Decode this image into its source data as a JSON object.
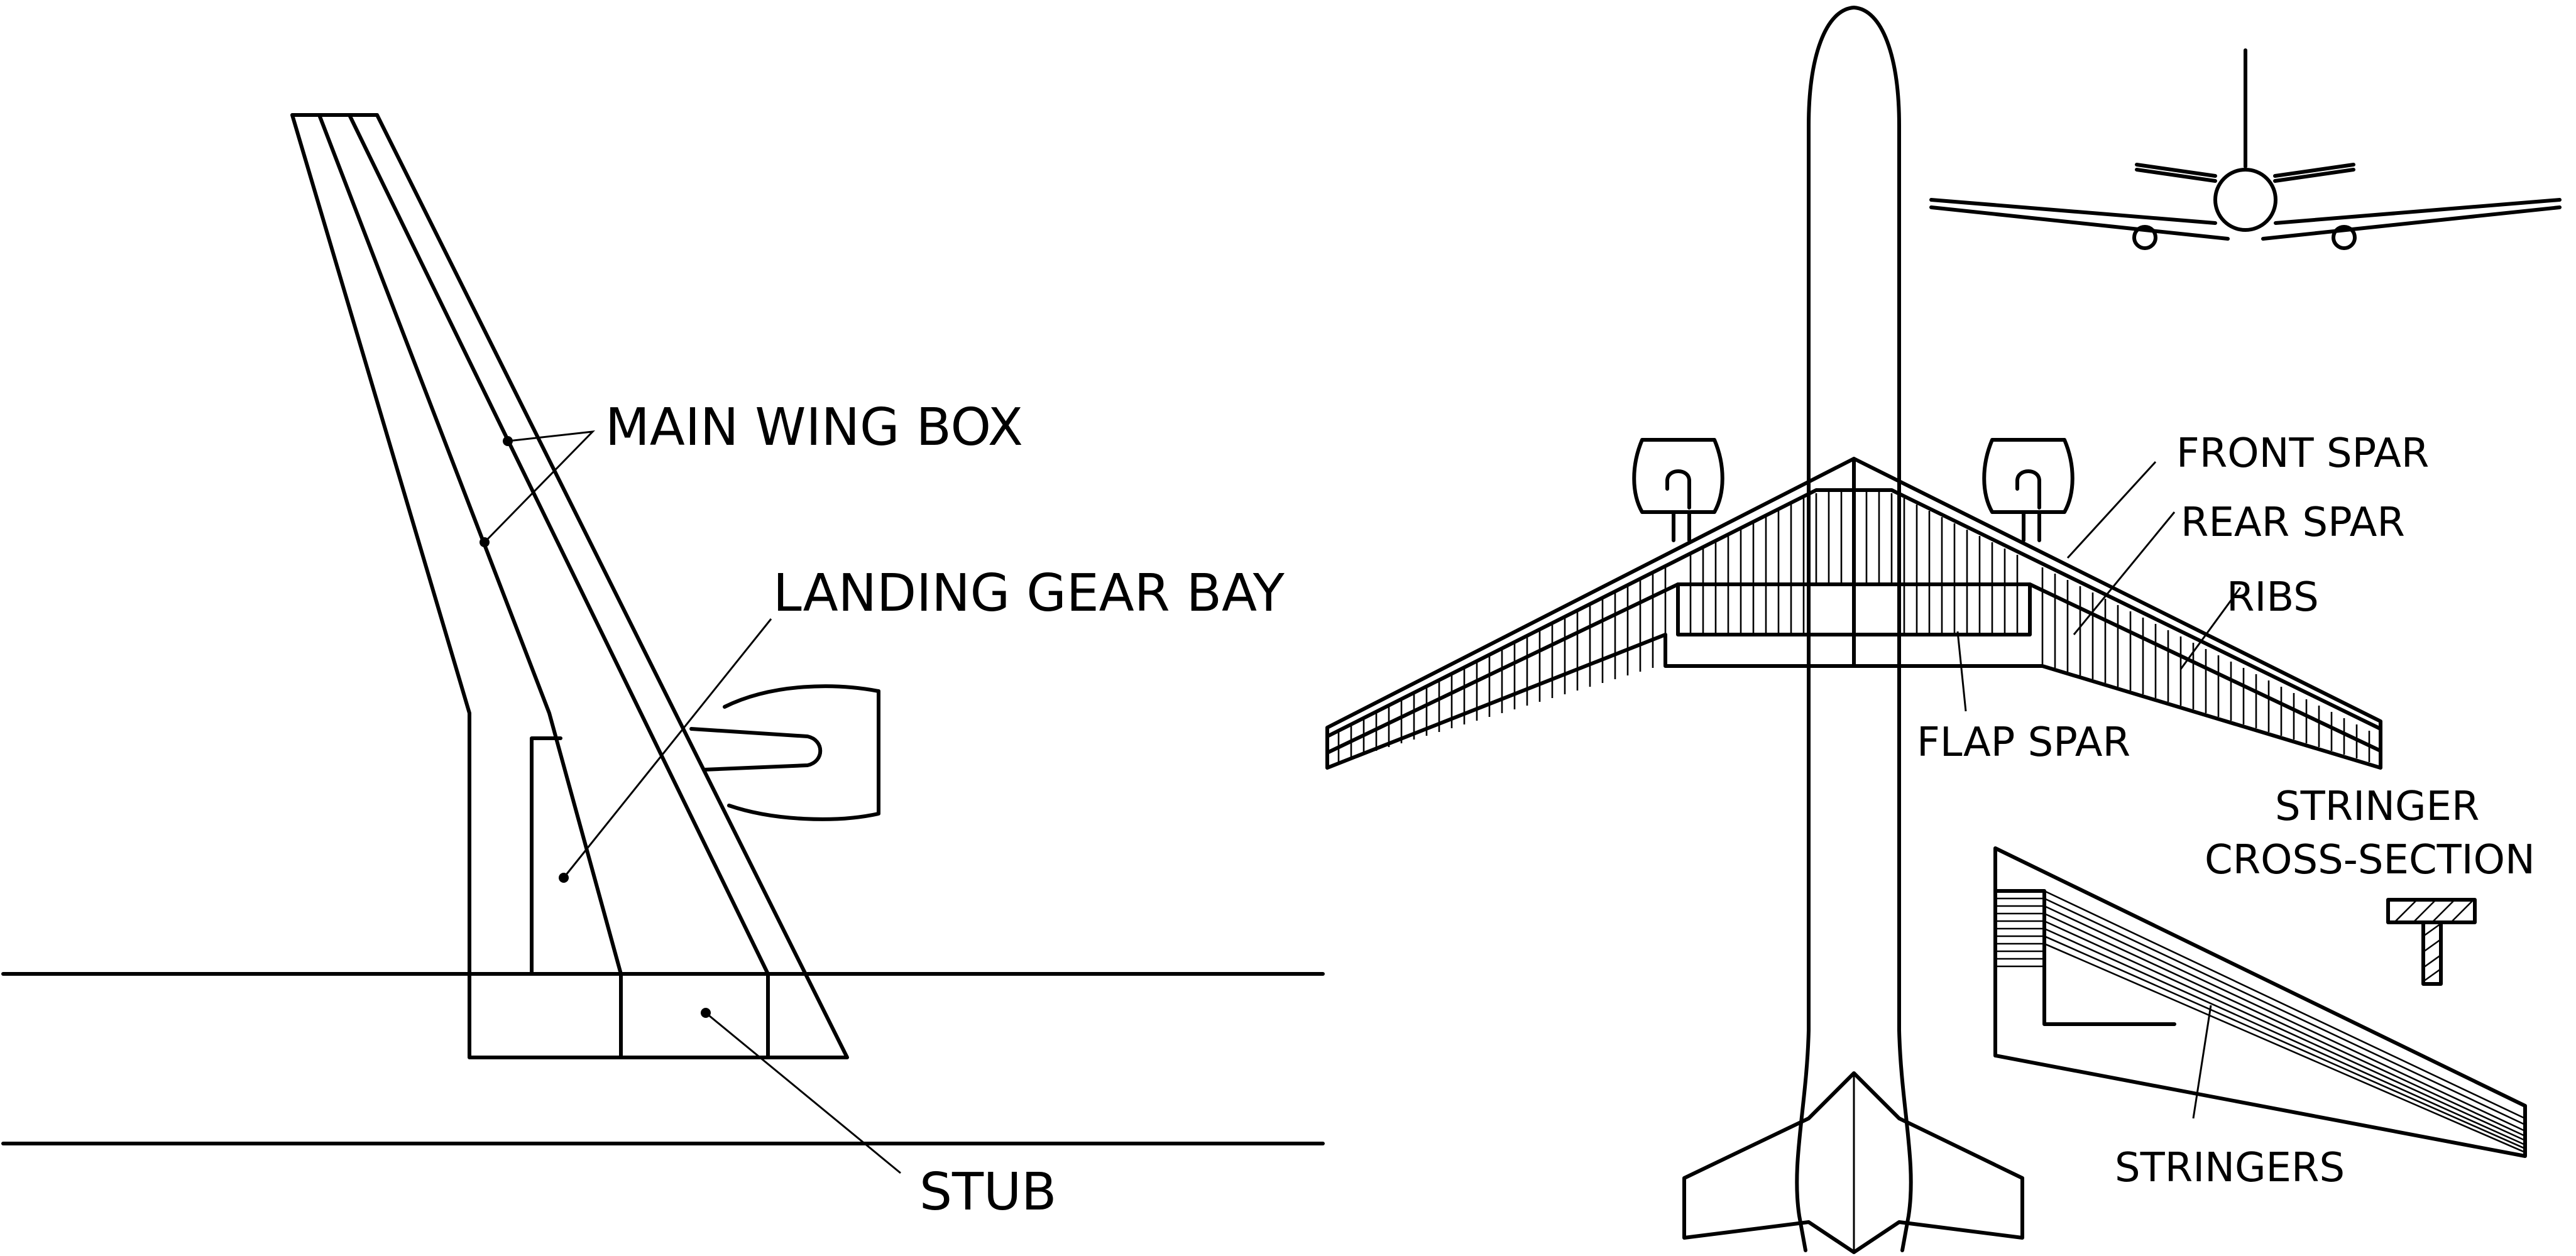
{
  "left_panel": {
    "labels": {
      "main_wing_box": "MAIN WING BOX",
      "landing_gear_bay": "LANDING GEAR BAY",
      "stub": "STUB"
    }
  },
  "right_panel": {
    "labels": {
      "front_spar": "FRONT SPAR",
      "rear_spar": "REAR SPAR",
      "ribs": "RIBS",
      "flap_spar": "FLAP SPAR",
      "stringer_cross_section_line1": "STRINGER",
      "stringer_cross_section_line2": "CROSS-SECTION",
      "stringers": "STRINGERS"
    }
  }
}
